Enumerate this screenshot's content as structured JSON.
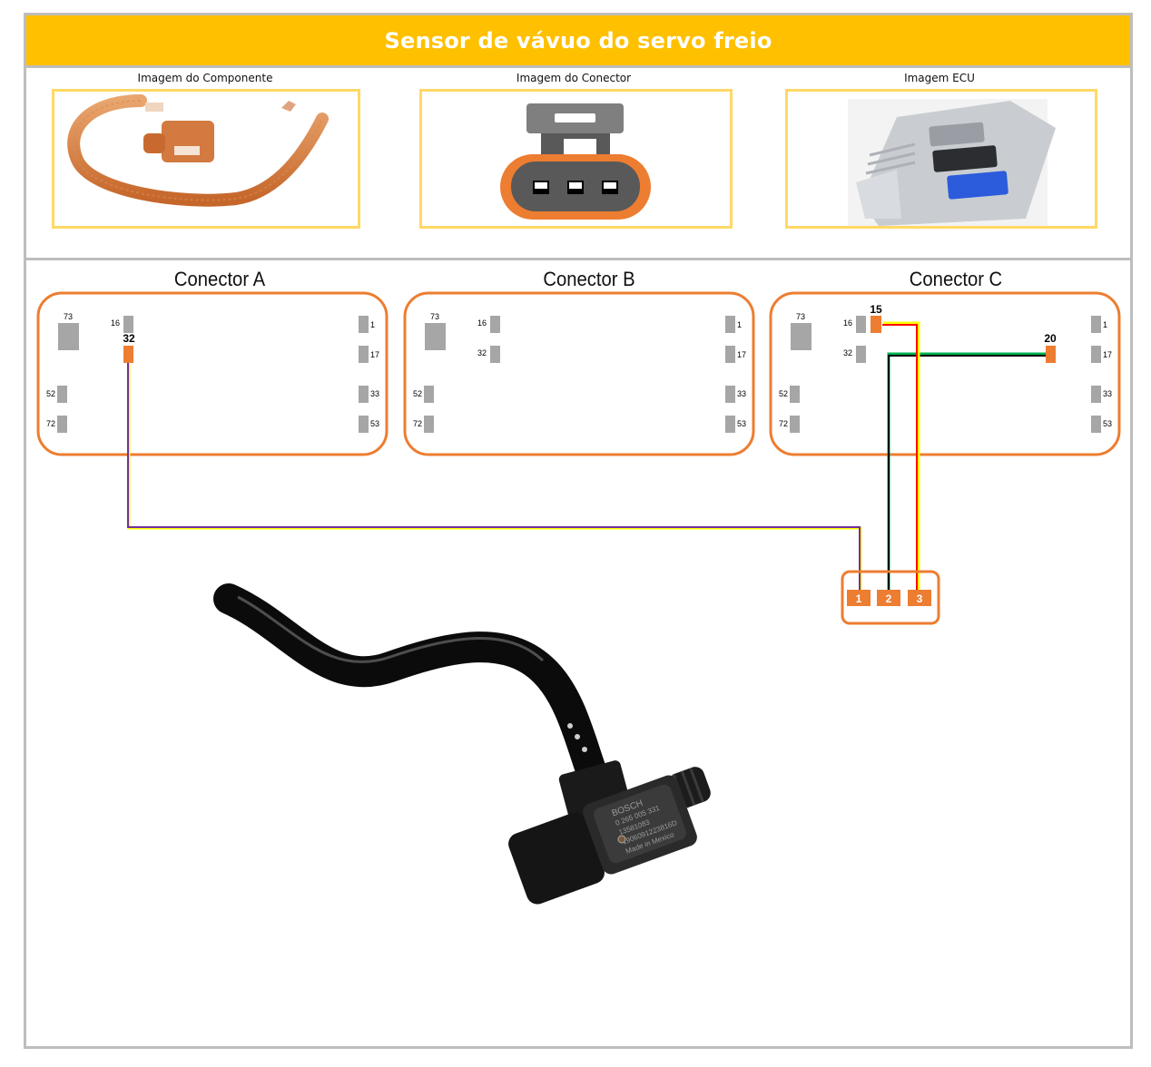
{
  "header": {
    "title": "Sensor de vávuo do servo freio"
  },
  "images": {
    "component_label": "Imagem do Componente",
    "connector_label": "Imagem do Conector",
    "ecu_label": "Imagem ECU"
  },
  "connectors": [
    {
      "id": "A",
      "title": "Conector A",
      "pins": [
        "73",
        "16",
        "32",
        "1",
        "17",
        "52",
        "33",
        "72",
        "53"
      ],
      "active_pins": [
        "32"
      ]
    },
    {
      "id": "B",
      "title": "Conector B",
      "pins": [
        "73",
        "16",
        "32",
        "1",
        "17",
        "52",
        "33",
        "72",
        "53"
      ],
      "active_pins": []
    },
    {
      "id": "C",
      "title": "Conector C",
      "pins": [
        "73",
        "16",
        "32",
        "1",
        "17",
        "52",
        "33",
        "72",
        "53"
      ],
      "active_pins": [
        "15",
        "20"
      ]
    }
  ],
  "sensor_connector": {
    "pins": [
      "1",
      "2",
      "3"
    ]
  },
  "wiring": [
    {
      "from": "A32",
      "to_pin": "1",
      "color": "#7030a0",
      "stripe": "#ffff00"
    },
    {
      "from": "C20",
      "to_pin": "2",
      "color": "#000000",
      "stripe": "#00b050"
    },
    {
      "from": "C15",
      "to_pin": "3",
      "color": "#ff0000",
      "stripe": "#ffff00"
    }
  ],
  "sensor_photo": {
    "label_lines": [
      "BOSCH",
      "0 265 005 331",
      "13581083",
      "1906091223816D",
      "Made in Mexico"
    ]
  },
  "colors": {
    "accent": "#ffc000",
    "connector_orange": "#ed7d31",
    "pin_gray": "#a6a6a6",
    "frame_gray": "#bdbdbd",
    "photo_border": "#ffd966"
  }
}
